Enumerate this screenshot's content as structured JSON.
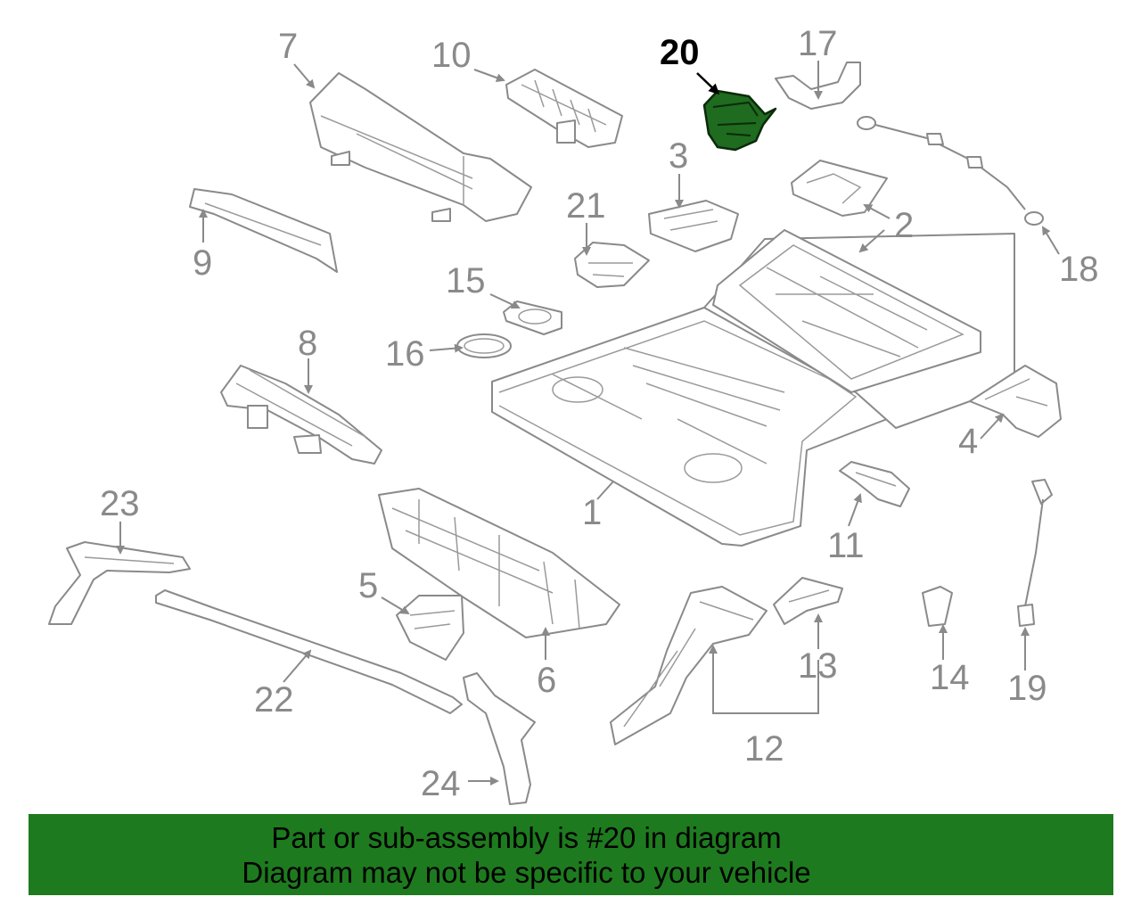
{
  "highlight_color": "#1e7a1e",
  "highlighted_part": "20",
  "callouts": {
    "c1": "1",
    "c2a": "2",
    "c3": "3",
    "c4": "4",
    "c5": "5",
    "c6": "6",
    "c7": "7",
    "c8": "8",
    "c9": "9",
    "c10": "10",
    "c11": "11",
    "c12": "12",
    "c13": "13",
    "c14": "14",
    "c15": "15",
    "c16": "16",
    "c17": "17",
    "c18": "18",
    "c19": "19",
    "c20": "20",
    "c21": "21",
    "c22": "22",
    "c23": "23",
    "c24": "24"
  },
  "banner": {
    "line1": "Part or sub-assembly is #20 in diagram",
    "line2": "Diagram may not be specific to your vehicle"
  }
}
